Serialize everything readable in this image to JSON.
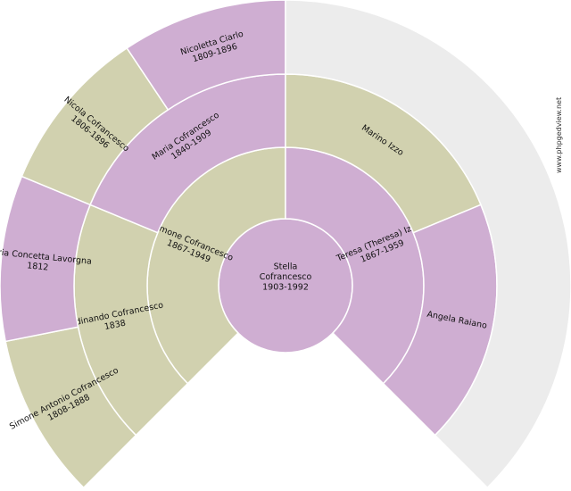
{
  "colors": {
    "male": "#d1d1af",
    "female": "#cfaed2",
    "empty": "#ececec"
  },
  "watermark": "www.phpgedview.net",
  "people": [
    {
      "id": "root",
      "gen": 0,
      "pos": 0,
      "sex": "female",
      "lines": [
        "Stella",
        "Cofrancesco",
        "1903-1992"
      ]
    },
    {
      "id": "father",
      "gen": 1,
      "pos": 0,
      "sex": "male",
      "lines": [
        "Simone Cofrancesco",
        "1867-1949"
      ]
    },
    {
      "id": "mother",
      "gen": 1,
      "pos": 1,
      "sex": "female",
      "lines": [
        "Teresa (Theresa) Izzo",
        "1867-1959"
      ]
    },
    {
      "id": "pat-grandfather",
      "gen": 2,
      "pos": 0,
      "sex": "male",
      "lines": [
        "Ferdinando Cofrancesco",
        "1838"
      ]
    },
    {
      "id": "pat-grandmother",
      "gen": 2,
      "pos": 1,
      "sex": "female",
      "lines": [
        "Maria Cofrancesco",
        "1840-1909"
      ]
    },
    {
      "id": "mat-grandfather",
      "gen": 2,
      "pos": 2,
      "sex": "male",
      "lines": [
        "Marino Izzo"
      ]
    },
    {
      "id": "mat-grandmother",
      "gen": 2,
      "pos": 3,
      "sex": "female",
      "lines": [
        "Angela Raiano"
      ]
    },
    {
      "id": "ggf-1",
      "gen": 3,
      "pos": 0,
      "sex": "male",
      "lines": [
        "Simone Antonio Cofrancesco",
        "1808-1888"
      ]
    },
    {
      "id": "ggm-1",
      "gen": 3,
      "pos": 1,
      "sex": "female",
      "lines": [
        "Maria Concetta Lavorgna",
        "1812"
      ]
    },
    {
      "id": "ggf-2",
      "gen": 3,
      "pos": 2,
      "sex": "male",
      "lines": [
        "Nicola Cofrancesco",
        "1806-1896"
      ]
    },
    {
      "id": "ggm-2",
      "gen": 3,
      "pos": 3,
      "sex": "female",
      "lines": [
        "Nicoletta Ciarlo",
        "1809-1896"
      ]
    },
    {
      "id": "ggm-empty",
      "gen": 3,
      "pos": 4,
      "span": 4,
      "sex": "empty",
      "lines": []
    }
  ]
}
